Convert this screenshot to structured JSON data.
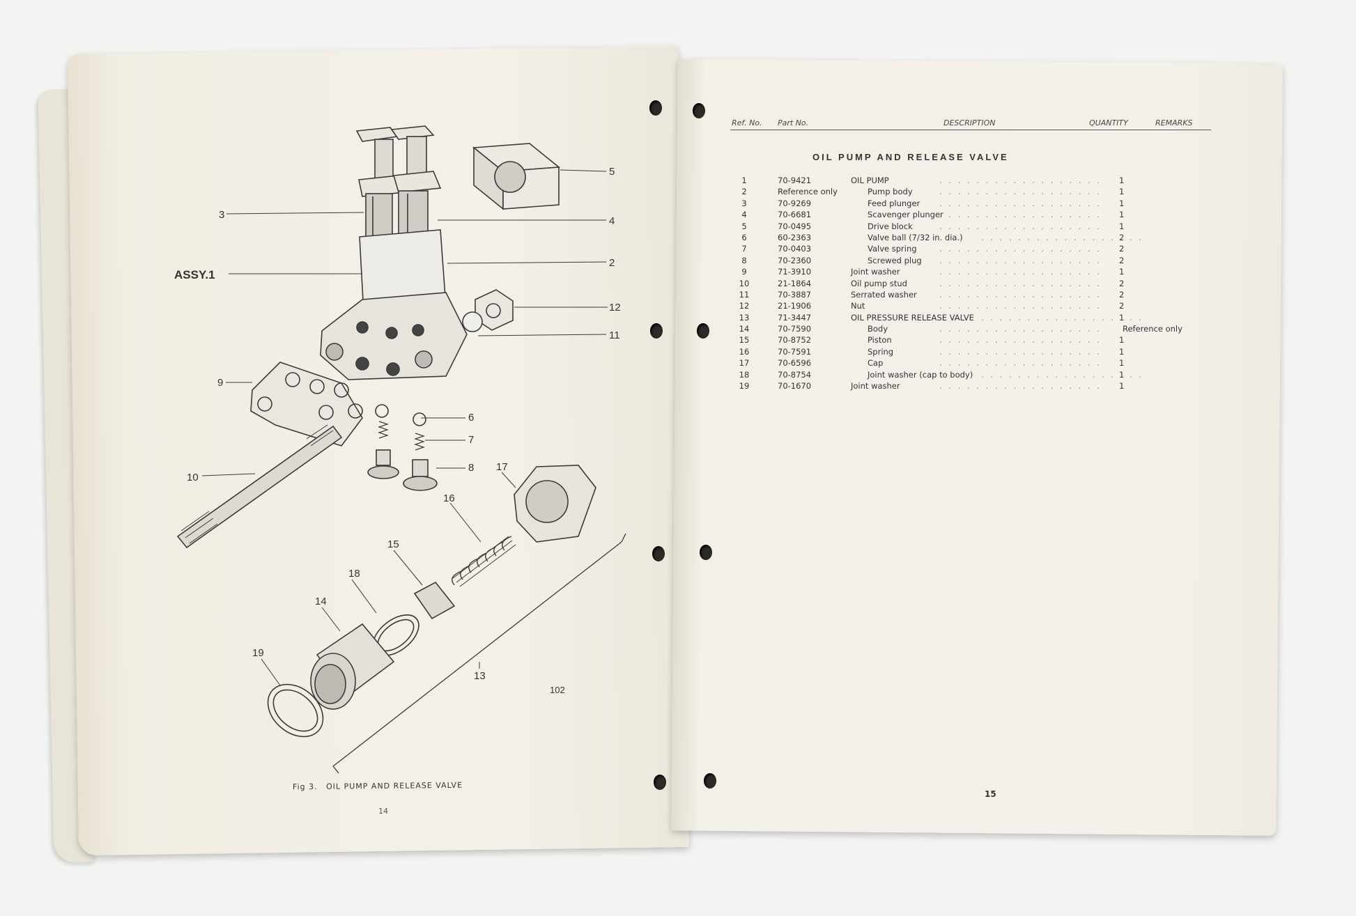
{
  "left_page": {
    "assy_label": "ASSY.1",
    "callouts": [
      "2",
      "3",
      "4",
      "5",
      "6",
      "7",
      "8",
      "9",
      "10",
      "11",
      "12",
      "13",
      "14",
      "15",
      "16",
      "17",
      "18",
      "19"
    ],
    "figure_code": "102",
    "caption_number": "Fig 3.",
    "caption_text": "OIL PUMP AND RELEASE VALVE",
    "page_number": "14"
  },
  "right_page": {
    "headers": {
      "ref": "Ref. No.",
      "part": "Part No.",
      "description": "DESCRIPTION",
      "quantity": "QUANTITY",
      "remarks": "REMARKS"
    },
    "section_title": "OIL PUMP AND RELEASE VALVE",
    "dots": ". . . . . . . . . . . . . . . . . . . . . . .",
    "rows": [
      {
        "ref": "1",
        "part": "70-9421",
        "desc": "OIL PUMP",
        "indent": 0,
        "qty": "1",
        "rem": ""
      },
      {
        "ref": "2",
        "part": "Reference only",
        "desc": "Pump body",
        "indent": 1,
        "qty": "1",
        "rem": ""
      },
      {
        "ref": "3",
        "part": "70-9269",
        "desc": "Feed plunger",
        "indent": 1,
        "qty": "1",
        "rem": ""
      },
      {
        "ref": "4",
        "part": "70-6681",
        "desc": "Scavenger plunger",
        "indent": 1,
        "qty": "1",
        "rem": ""
      },
      {
        "ref": "5",
        "part": "70-0495",
        "desc": "Drive block",
        "indent": 1,
        "qty": "1",
        "rem": ""
      },
      {
        "ref": "6",
        "part": "60-2363",
        "desc": "Valve ball (7/32 in. dia.)",
        "indent": 1,
        "qty": "2",
        "rem": ""
      },
      {
        "ref": "7",
        "part": "70-0403",
        "desc": "Valve spring",
        "indent": 1,
        "qty": "2",
        "rem": ""
      },
      {
        "ref": "8",
        "part": "70-2360",
        "desc": "Screwed plug",
        "indent": 1,
        "qty": "2",
        "rem": ""
      },
      {
        "ref": "9",
        "part": "71-3910",
        "desc": "Joint washer",
        "indent": 0,
        "qty": "1",
        "rem": ""
      },
      {
        "ref": "10",
        "part": "21-1864",
        "desc": "Oil pump stud",
        "indent": 0,
        "qty": "2",
        "rem": ""
      },
      {
        "ref": "11",
        "part": "70-3887",
        "desc": "Serrated washer",
        "indent": 0,
        "qty": "2",
        "rem": ""
      },
      {
        "ref": "12",
        "part": "21-1906",
        "desc": "Nut",
        "indent": 0,
        "qty": "2",
        "rem": ""
      },
      {
        "ref": "13",
        "part": "71-3447",
        "desc": "OIL PRESSURE RELEASE VALVE",
        "indent": 0,
        "qty": "1",
        "rem": ""
      },
      {
        "ref": "14",
        "part": "70-7590",
        "desc": "Body",
        "indent": 1,
        "qty": "",
        "rem": "Reference only"
      },
      {
        "ref": "15",
        "part": "70-8752",
        "desc": "Piston",
        "indent": 1,
        "qty": "1",
        "rem": ""
      },
      {
        "ref": "16",
        "part": "70-7591",
        "desc": "Spring",
        "indent": 1,
        "qty": "1",
        "rem": ""
      },
      {
        "ref": "17",
        "part": "70-6596",
        "desc": "Cap",
        "indent": 1,
        "qty": "1",
        "rem": ""
      },
      {
        "ref": "18",
        "part": "70-8754",
        "desc": "Joint washer (cap to body)",
        "indent": 1,
        "qty": "1",
        "rem": ""
      },
      {
        "ref": "19",
        "part": "70-1670",
        "desc": "Joint washer",
        "indent": 0,
        "qty": "1",
        "rem": ""
      }
    ],
    "page_number": "15"
  },
  "colors": {
    "paper": "#f2efe6",
    "ink": "#333333",
    "background": "#f3f3f1"
  }
}
